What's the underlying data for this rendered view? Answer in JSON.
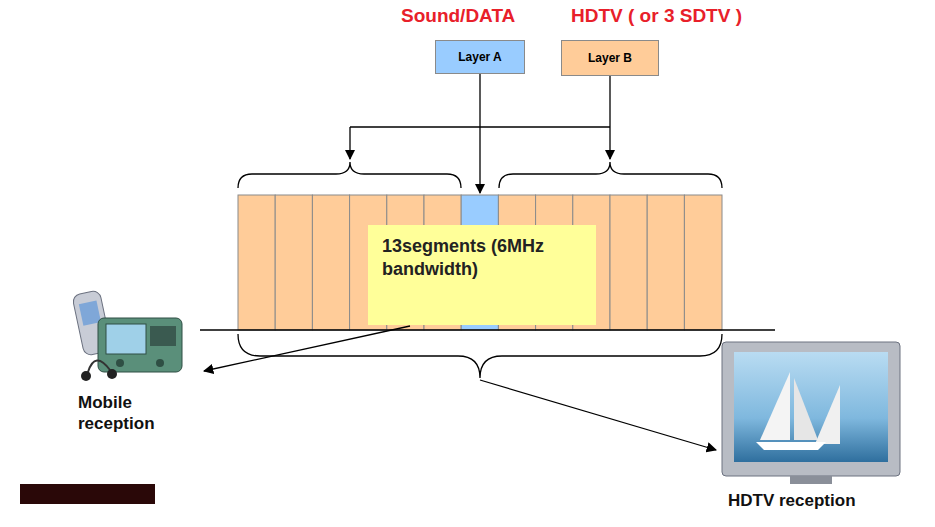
{
  "diagram": {
    "nodes": [
      {
        "text": [
          "Sound/DATA",
          "Layer A"
        ]
      },
      {
        "text": [
          "HDTV ( or 3 SDTV )",
          "Layer B"
        ]
      },
      {
        "text": [
          "13segments (6MHz bandwidth)"
        ]
      }
    ],
    "labels": [
      "Mobile reception",
      "HDTV reception"
    ]
  }
}
